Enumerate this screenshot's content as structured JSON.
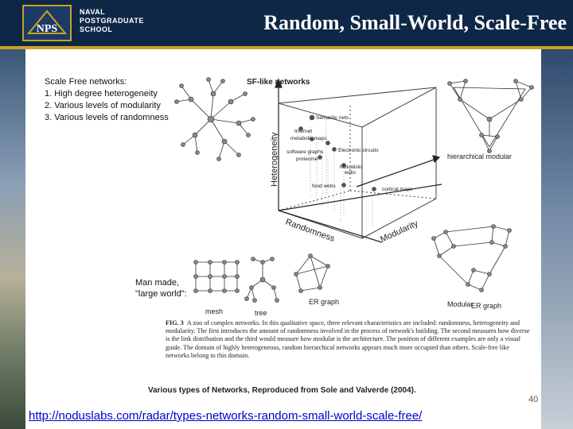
{
  "header": {
    "logo_lines": [
      "NAVAL",
      "POSTGRADUATE",
      "SCHOOL"
    ],
    "logo_seal_text": "NPS",
    "title": "Random, Small-World, Scale-Free"
  },
  "notes": {
    "heading": "Scale Free networks:",
    "items": [
      "1.  High degree heterogeneity",
      "2.  Various levels of modularity",
      "3.  Various levels of randomness"
    ],
    "manmade_1": "Man made,",
    "manmade_2": "\"large world\":"
  },
  "figure": {
    "sf_like": "SF-like networks",
    "heterogeneity": "Heterogeneity",
    "randomness": "Randomness",
    "modularity": "Modularity",
    "semantic_nets": "Semantic nets",
    "internet": "Internet",
    "metabolic_maps": "metabolic maps",
    "software_graphs": "software graphs",
    "proteome": "proteome",
    "electronic_circuits": "Electronic circuits",
    "mutualistic_1": "Mutualistic",
    "mutualistic_2": "webs",
    "food_webs": "food webs",
    "cortical_maps": "cortical maps",
    "hierarchical_modular": "hierarchical modular",
    "mesh": "mesh",
    "tree": "tree",
    "er_graph": "ER graph",
    "modular": "Modular",
    "er_graph_2": "ER graph"
  },
  "caption": {
    "bold": "FIG. 3",
    "text": "A zoo of complex networks.  In this qualitative space, three relevant characteristics are included: randomness, heterogeneity and modularity. The first introduces the amount of randomness involved in the process of network's building. The second measures how diverse is the link distribution and the third would measure how modular is the architecture. The position of different examples are only a visual guide. The domain of highly heterogeneous, random hierarchical networks appears much more occupied than others. Scale-free like networks belong to this domain."
  },
  "credit": "Various types of Networks, Reproduced from Sole and Valverde (2004).",
  "page_number": "40",
  "link": "http://noduslabs.com/radar/types-networks-random-small-world-scale-free/",
  "colors": {
    "header_bg": "#0f2747",
    "accent_gold": "#c9a227",
    "link": "#0000cc"
  }
}
